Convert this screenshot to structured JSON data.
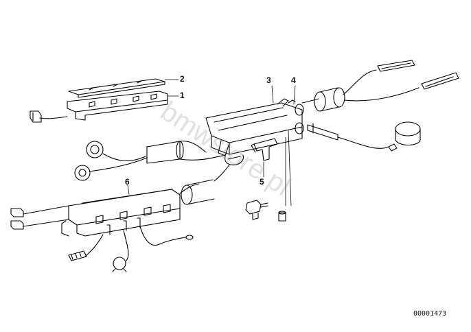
{
  "callouts": {
    "c1": "1",
    "c2": "2",
    "c3": "3",
    "c4": "4",
    "c5": "5",
    "c6": "6"
  },
  "diagram_id": "00001473",
  "watermark": "bmwstore.pl",
  "colors": {
    "line": "#000000",
    "background": "#ffffff"
  }
}
